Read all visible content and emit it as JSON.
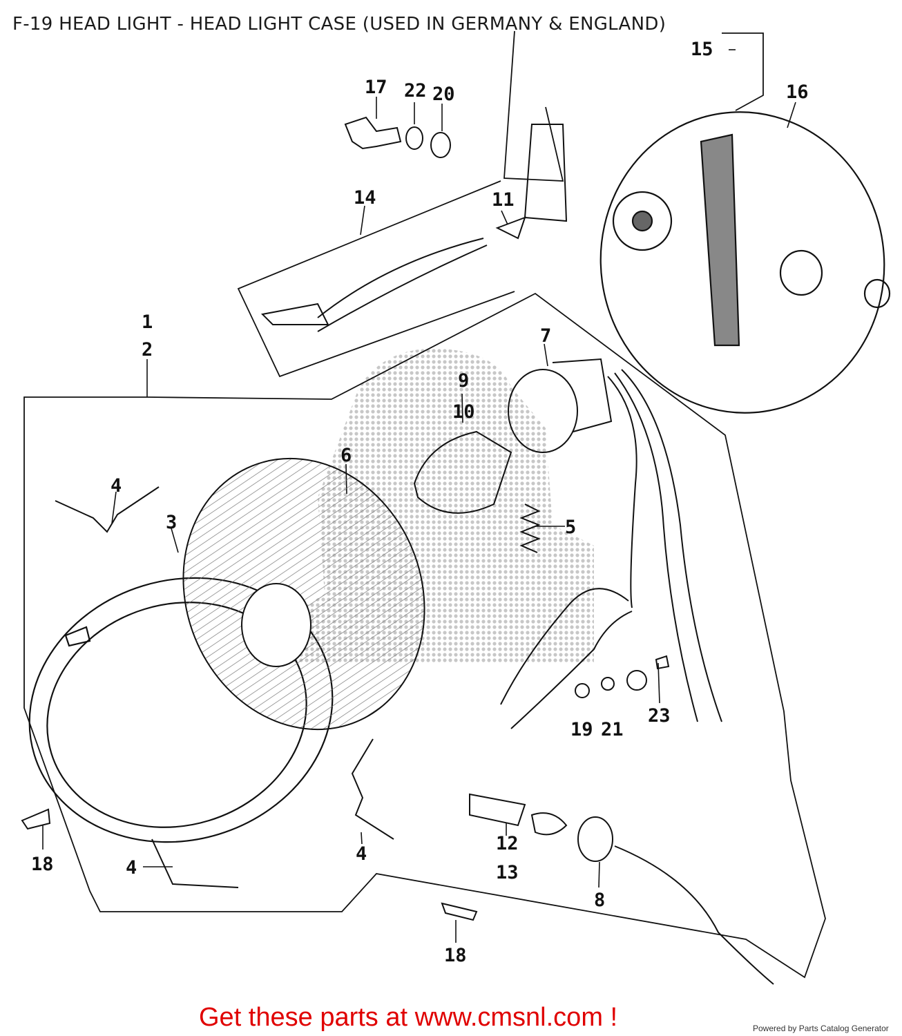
{
  "title": "F-19  HEAD LIGHT - HEAD LIGHT CASE (USED IN GERMANY & ENGLAND)",
  "parts": [
    {
      "id": "p1",
      "label": "1"
    },
    {
      "id": "p2",
      "label": "2"
    },
    {
      "id": "p3",
      "label": "3"
    },
    {
      "id": "p4a",
      "label": "4"
    },
    {
      "id": "p4b",
      "label": "4"
    },
    {
      "id": "p4c",
      "label": "4"
    },
    {
      "id": "p5",
      "label": "5"
    },
    {
      "id": "p6",
      "label": "6"
    },
    {
      "id": "p7",
      "label": "7"
    },
    {
      "id": "p8",
      "label": "8"
    },
    {
      "id": "p9",
      "label": "9"
    },
    {
      "id": "p10",
      "label": "10"
    },
    {
      "id": "p11",
      "label": "11"
    },
    {
      "id": "p12",
      "label": "12"
    },
    {
      "id": "p13",
      "label": "13"
    },
    {
      "id": "p14",
      "label": "14"
    },
    {
      "id": "p15",
      "label": "15"
    },
    {
      "id": "p16",
      "label": "16"
    },
    {
      "id": "p17",
      "label": "17"
    },
    {
      "id": "p18a",
      "label": "18"
    },
    {
      "id": "p18b",
      "label": "18"
    },
    {
      "id": "p19",
      "label": "19"
    },
    {
      "id": "p20",
      "label": "20"
    },
    {
      "id": "p21",
      "label": "21"
    },
    {
      "id": "p22",
      "label": "22"
    },
    {
      "id": "p23",
      "label": "23"
    }
  ],
  "footer": {
    "promo": "Get these parts at www.cmsnl.com !",
    "credit": "Powered by Parts Catalog Generator"
  },
  "colors": {
    "promo": "#e00000",
    "line": "#111111"
  }
}
